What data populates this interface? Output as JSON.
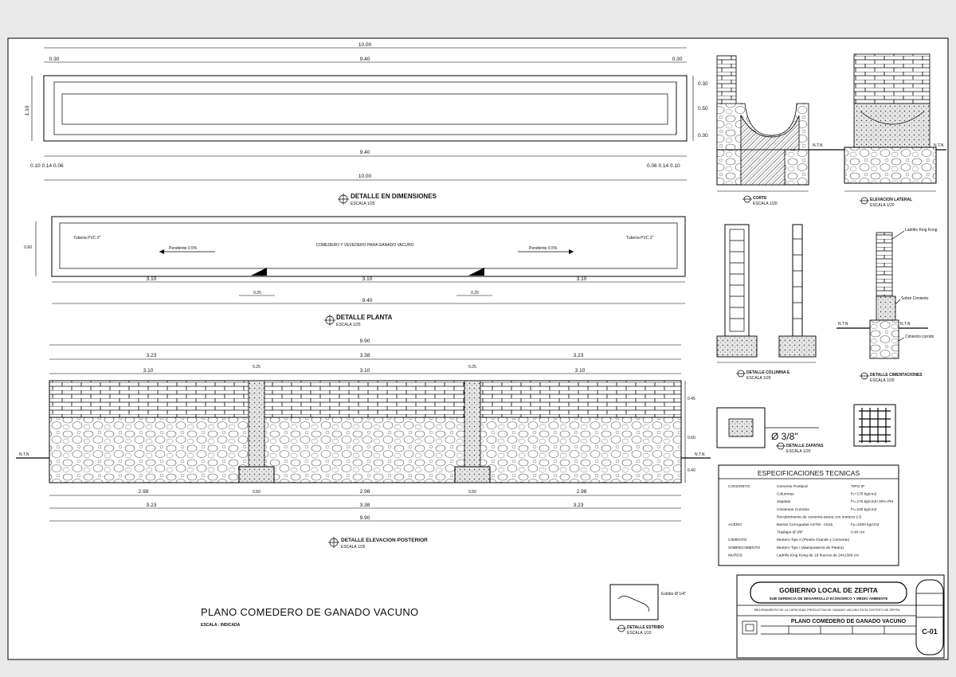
{
  "sheet": {
    "main_title": "PLANO COMEDERO DE GANADO VACUNO",
    "main_scale": "ESCALA : INDICADA",
    "sheet_code": "C-01",
    "colors": {
      "paper": "#ffffff",
      "ink": "#000000",
      "background": "#e9e9e9"
    }
  },
  "detail_dimensions": {
    "title": "DETALLE EN DIMENSIONES",
    "scale": "ESCALA 1/25",
    "total_length": "10.00",
    "inner_length": "9.40",
    "end_width": "0.30",
    "height": "1.10",
    "right_side_dims": [
      "0.30",
      "0.50",
      "0.30"
    ],
    "left_bottom_dims": "0.10 0.14 0.06",
    "right_bottom_dims": "0.06 0.14 0.10"
  },
  "detail_plan": {
    "title": "DETALLE PLANTA",
    "scale": "ESCALA 1/25",
    "height": "0.60",
    "center_label": "COMEDERO Y VEVEDERO PARA GANADO VACUNO",
    "pipe_left": "Tuberia PVC 2\"",
    "pipe_right": "Tuberia PVC 2\"",
    "slope_left": "Pendiente 0.5%",
    "slope_right": "Pendiente 0.5%",
    "segments": [
      "3.10",
      "3.10",
      "3.10"
    ],
    "columns": [
      "0.25",
      "0.25"
    ],
    "total": "9.40"
  },
  "detail_elevation": {
    "title": "DETALLE ELEVACION POSTERIOR",
    "scale": "ESCALA 1/25",
    "top_total": "9.90",
    "top_segments": [
      "3.23",
      "3.38",
      "3.23"
    ],
    "brick_segments": [
      "3.10",
      "3.10",
      "3.10"
    ],
    "columns": [
      "0.25",
      "0.25"
    ],
    "right_heights": [
      "0.45",
      "0.60",
      "0.40"
    ],
    "ntn": "N.T.N",
    "bottom_segments": [
      "2.98",
      "2.98",
      "2.98"
    ],
    "footings": [
      "0.50",
      "0.50"
    ],
    "bottom_mid": [
      "3.23",
      "3.38",
      "3.23"
    ],
    "bottom_total": "9.90"
  },
  "detail_cut": {
    "title": "CORTE",
    "scale": "ESCALA 1/20",
    "ntn": "N.T.N"
  },
  "detail_side": {
    "title": "ELEVACION LATERAL",
    "scale": "ESCALA 1/20",
    "ntn": "N.T.N"
  },
  "detail_column": {
    "title": "DETALLE COLUMNA E",
    "scale": "ESCALA 1/20"
  },
  "detail_foundation": {
    "title": "DETALLE CIMENTACIONES",
    "scale": "ESCALA 1/20",
    "ntn_left": "N.T.N",
    "ntn_right": "N.T.N",
    "note_brick": "Ladrillo King Kong",
    "note_concrete": "Sobre Cimiento",
    "note_footing": "Cimiento corrido"
  },
  "detail_zapatas": {
    "title": "DETALLE ZAPATAS",
    "scale": "ESCALA 1/20",
    "rebar": "Ø 3/8\""
  },
  "detail_stirrup": {
    "title": "DETALLE ESTRIBO",
    "scale": "ESCALA 1/10",
    "note": "Estribo Ø 1/4\""
  },
  "specs": {
    "title": "ESPECIFICACIONES TECNICAS",
    "rows": [
      {
        "label": "CONCRETO",
        "desc": "Cemento Portland",
        "value": "TIPO IP"
      },
      {
        "label": "",
        "desc": "Columnas",
        "value": "f'c=175 kg/cm2"
      },
      {
        "label": "",
        "desc": "Zapatas",
        "value": "f'c=175 kg/cm2+30% PM"
      },
      {
        "label": "",
        "desc": "Cimientos Corridos",
        "value": "f'c=100 kg/cm2"
      },
      {
        "label": "",
        "desc": "Recubrimiento de cemento-arena con mortero 1:5",
        "value": ""
      },
      {
        "label": "ACERO",
        "desc": "Barras Corrugadas ASTM - A615",
        "value": "Fy=4200 kg/cm2"
      },
      {
        "label": "",
        "desc": "Traslape Ø 3/8\"",
        "value": "0.40 cm"
      },
      {
        "label": "CIMIENTO",
        "desc": "Mortero Tipo II (Piedra Grande y Cemento)",
        "value": ""
      },
      {
        "label": "SOBRECIMIENTO",
        "desc": "Mortero Tipo I (Mampostería de Piedra)",
        "value": ""
      },
      {
        "label": "MUROS",
        "desc": "Ladrillo King Kong de 18 huecos de 24x13x9 cm",
        "value": ""
      }
    ]
  },
  "title_block": {
    "institution": "GOBIERNO LOCAL DE ZEPITA",
    "subtitle": "SUB GERENCIA DE DESARROLLO ECONOMICO Y MEDIO AMBIENTE",
    "project_line": "MEJORAMIENTO DE LA CAPACIDAD PRODUCTIVA DE GANADO VACUNO EN EL DISTRITO DE ZEPITA",
    "plan_name": "PLANO COMEDERO DE GANADO VACUNO",
    "code": "C-01"
  }
}
